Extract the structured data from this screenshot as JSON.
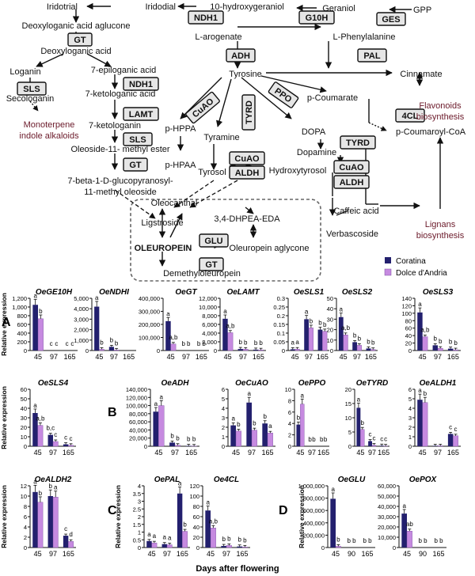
{
  "pathway": {
    "metabolites": [
      {
        "id": "iridotrial",
        "label": "Iridotrial"
      },
      {
        "id": "iridodial",
        "label": "Iridodial"
      },
      {
        "id": "hydroxygeraniol",
        "label": "10-hydroxygeraniol"
      },
      {
        "id": "geraniol",
        "label": "Geraniol"
      },
      {
        "id": "gpp",
        "label": "GPP"
      },
      {
        "id": "deoxyloganic-aglucone",
        "label": "Deoxyloganic acid aglucone"
      },
      {
        "id": "deoxyloganic-acid",
        "label": "Deoxyloganic acid"
      },
      {
        "id": "loganin",
        "label": "Loganin"
      },
      {
        "id": "epiloganic-acid",
        "label": "7-epiloganic acid"
      },
      {
        "id": "secologanin",
        "label": "Secologanin"
      },
      {
        "id": "ketologanic-acid",
        "label": "7-ketologanic acid"
      },
      {
        "id": "ketologanin",
        "label": "7-ketologanin"
      },
      {
        "id": "oleoside-ester",
        "label": "Oleoside-11- methyl ester"
      },
      {
        "id": "beta-glucopyranosyl-1",
        "label": "7-beta-1-D-glucopyranosyl-"
      },
      {
        "id": "beta-glucopyranosyl-2",
        "label": "11-methyl oleoside"
      },
      {
        "id": "l-arogenate",
        "label": "L-arogenate"
      },
      {
        "id": "l-phenylalanine",
        "label": "L-Phenylalanine"
      },
      {
        "id": "tyrosine",
        "label": "Tyrosine"
      },
      {
        "id": "cinnamate",
        "label": "Cinnamate"
      },
      {
        "id": "p-coumarate",
        "label": "p-Coumarate"
      },
      {
        "id": "p-coumaroyl-coa",
        "label": "p-Coumaroyl-CoA"
      },
      {
        "id": "p-hppa",
        "label": "p-HPPA"
      },
      {
        "id": "p-hpaa",
        "label": "p-HPAA"
      },
      {
        "id": "tyramine",
        "label": "Tyramine"
      },
      {
        "id": "dopa",
        "label": "DOPA"
      },
      {
        "id": "dopamine",
        "label": "Dopamine"
      },
      {
        "id": "tyrosol",
        "label": "Tyrosol"
      },
      {
        "id": "hydroxytyrosol",
        "label": "Hydroxytyrosol"
      },
      {
        "id": "oleocanthal",
        "label": "Oleocanthal"
      },
      {
        "id": "ligstroside",
        "label": "Ligstroside"
      },
      {
        "id": "dhpea-eda",
        "label": "3,4-DHPEA-EDA"
      },
      {
        "id": "caffeic-acid",
        "label": "Caffeic acid"
      },
      {
        "id": "oleuropein",
        "label": "OLEUROPEIN"
      },
      {
        "id": "oleuropein-aglycone",
        "label": "Oleuropein aglycone"
      },
      {
        "id": "verbascoside",
        "label": "Verbascoside"
      },
      {
        "id": "demethyloleuropein",
        "label": "Demethyloleuropein"
      }
    ],
    "side_products": [
      {
        "id": "monoterpene-1",
        "label": "Monoterpene"
      },
      {
        "id": "monoterpene-2",
        "label": "indole alkaloids"
      },
      {
        "id": "flavonoids-1",
        "label": "Flavonoids"
      },
      {
        "id": "flavonoids-2",
        "label": "biosynthesis"
      },
      {
        "id": "lignans-1",
        "label": "Lignans"
      },
      {
        "id": "lignans-2",
        "label": "biosynthesis"
      }
    ],
    "enzymes": [
      {
        "id": "ndh1-top",
        "label": "NDH1"
      },
      {
        "id": "g10h",
        "label": "G10H"
      },
      {
        "id": "ges",
        "label": "GES"
      },
      {
        "id": "gt-top",
        "label": "GT"
      },
      {
        "id": "sls-left",
        "label": "SLS"
      },
      {
        "id": "ndh1-mid",
        "label": "NDH1"
      },
      {
        "id": "lamt",
        "label": "LAMT"
      },
      {
        "id": "sls-mid",
        "label": "SLS"
      },
      {
        "id": "gt-mid",
        "label": "GT"
      },
      {
        "id": "adh",
        "label": "ADH"
      },
      {
        "id": "pal",
        "label": "PAL"
      },
      {
        "id": "cuao-tilt",
        "label": "CuAO"
      },
      {
        "id": "tyrd-vert",
        "label": "TYRD"
      },
      {
        "id": "ppo",
        "label": "PPO"
      },
      {
        "id": "4cl",
        "label": "4CL"
      },
      {
        "id": "tyrd-right",
        "label": "TYRD"
      },
      {
        "id": "cuao-mid",
        "label": "CuAO"
      },
      {
        "id": "aldh-mid",
        "label": "ALDH"
      },
      {
        "id": "cuao-right",
        "label": "CuAO"
      },
      {
        "id": "aldh-right",
        "label": "ALDH"
      },
      {
        "id": "glu",
        "label": "GLU"
      },
      {
        "id": "gt-bottom",
        "label": "GT"
      }
    ]
  },
  "legend": {
    "items": [
      {
        "label": "Coratina",
        "color": "#23206e"
      },
      {
        "label": "Dolce d'Andria",
        "color": "#c68ae0"
      }
    ]
  },
  "panel_labels": {
    "a": "A",
    "b": "B",
    "c": "C",
    "d": "D"
  },
  "y_axis_title": "Relative expression",
  "x_axis_title": "Days after flowering",
  "chart_data": [
    {
      "type": "bar",
      "title": "OeGE10H",
      "categories": [
        "45",
        "97",
        "165"
      ],
      "ylabel": "Relative expression",
      "ylim": [
        0,
        1200
      ],
      "yticks": [
        "0",
        "200",
        "400",
        "600",
        "800",
        "1,000",
        "1,200"
      ],
      "series": [
        {
          "name": "Coratina",
          "values": [
            1050,
            0,
            0
          ]
        },
        {
          "name": "Dolce d'Andria",
          "values": [
            730,
            0,
            0
          ]
        }
      ],
      "labels": [
        [
          "a",
          "b"
        ],
        [
          "c",
          "c"
        ],
        [
          "c",
          "c"
        ]
      ]
    },
    {
      "type": "bar",
      "title": "OeNDHI",
      "categories": [
        "45",
        "97",
        "165"
      ],
      "ylim": [
        0,
        5000
      ],
      "yticks": [
        "0",
        "1,000",
        "2,000",
        "3,000",
        "4,000",
        "5,000"
      ],
      "series": [
        {
          "name": "Coratina",
          "values": [
            4200,
            350,
            0
          ]
        },
        {
          "name": "Dolce d'Andria",
          "values": [
            120,
            50,
            0
          ]
        }
      ],
      "labels": [
        [
          "a",
          "b"
        ],
        [
          "b",
          "b"
        ],
        [
          "",
          ""
        ]
      ]
    },
    {
      "type": "bar",
      "title": "OeGT",
      "categories": [
        "45",
        "97",
        "165"
      ],
      "ylim": [
        0,
        400000
      ],
      "yticks": [
        "0",
        "100,000",
        "200,000",
        "300,000",
        "400,000"
      ],
      "series": [
        {
          "name": "Coratina",
          "values": [
            225000,
            0,
            0
          ]
        },
        {
          "name": "Dolce d'Andria",
          "values": [
            50000,
            0,
            0
          ]
        }
      ],
      "labels": [
        [
          "a",
          "a,b"
        ],
        [
          "b",
          "b"
        ],
        [
          "b",
          "b"
        ]
      ]
    },
    {
      "type": "bar",
      "title": "OeLAMT",
      "categories": [
        "45",
        "97",
        "165"
      ],
      "ylim": [
        0,
        12000
      ],
      "yticks": [
        "0",
        "2,000",
        "4,000",
        "6,000",
        "8,000",
        "10,000",
        "12,000"
      ],
      "series": [
        {
          "name": "Coratina",
          "values": [
            7300,
            350,
            200
          ]
        },
        {
          "name": "Dolce d'Andria",
          "values": [
            4100,
            300,
            150
          ]
        }
      ],
      "labels": [
        [
          "a",
          "a,b"
        ],
        [
          "b",
          "b"
        ],
        [
          "b",
          "b"
        ]
      ]
    },
    {
      "type": "bar",
      "title": "OeSLS1",
      "categories": [
        "45",
        "97",
        "165"
      ],
      "ylim": [
        0,
        0.3
      ],
      "yticks": [
        "0",
        "0.05",
        "0.1",
        "0.15",
        "0.2",
        "0.25",
        "0.3"
      ],
      "series": [
        {
          "name": "Coratina",
          "values": [
            0.007,
            0.18,
            0.12
          ]
        },
        {
          "name": "Dolce d'Andria",
          "values": [
            0.008,
            0.13,
            0.11
          ]
        }
      ],
      "labels": [
        [
          "a",
          "a"
        ],
        [
          "a",
          "b"
        ],
        [
          "b",
          "b"
        ]
      ]
    },
    {
      "type": "bar",
      "title": "OeSLS2",
      "categories": [
        "45",
        "97",
        "165"
      ],
      "ylim": [
        0,
        50
      ],
      "yticks": [
        "0",
        "10",
        "20",
        "30",
        "40",
        "50"
      ],
      "series": [
        {
          "name": "Coratina",
          "values": [
            32,
            8,
            2
          ]
        },
        {
          "name": "Dolce d'Andria",
          "values": [
            15,
            5,
            1
          ]
        }
      ],
      "labels": [
        [
          "a",
          "a,b"
        ],
        [
          "b",
          "b"
        ],
        [
          "b",
          "b"
        ]
      ]
    },
    {
      "type": "bar",
      "title": "OeSLS3",
      "categories": [
        "45",
        "97",
        "165"
      ],
      "ylim": [
        0,
        140
      ],
      "yticks": [
        "0",
        "20",
        "40",
        "60",
        "80",
        "100",
        "120",
        "140"
      ],
      "series": [
        {
          "name": "Coratina",
          "values": [
            102,
            14,
            5
          ]
        },
        {
          "name": "Dolce d'Andria",
          "values": [
            37,
            6,
            2
          ]
        }
      ],
      "labels": [
        [
          "a",
          "a,b"
        ],
        [
          "b",
          "b"
        ],
        [
          "b",
          "b"
        ]
      ]
    },
    {
      "type": "bar",
      "title": "OeSLS4",
      "categories": [
        "45",
        "97",
        "165"
      ],
      "ylim": [
        0,
        60
      ],
      "yticks": [
        "0",
        "10",
        "20",
        "30",
        "40",
        "50",
        "60"
      ],
      "series": [
        {
          "name": "Coratina",
          "values": [
            35,
            12,
            2
          ]
        },
        {
          "name": "Dolce d'Andria",
          "values": [
            22,
            5,
            1
          ]
        }
      ],
      "labels": [
        [
          "a",
          "a,b"
        ],
        [
          "b,c",
          "c"
        ],
        [
          "c",
          "c"
        ]
      ]
    },
    {
      "type": "bar",
      "title": "OeADH",
      "categories": [
        "45",
        "97",
        "165"
      ],
      "ylim": [
        0,
        140000
      ],
      "yticks": [
        "0",
        "20,000",
        "40,000",
        "60,000",
        "80,000",
        "100,000",
        "120,000",
        "140,000"
      ],
      "series": [
        {
          "name": "Coratina",
          "values": [
            85000,
            9000,
            1000
          ]
        },
        {
          "name": "Dolce d'Andria",
          "values": [
            100000,
            2500,
            500
          ]
        }
      ],
      "labels": [
        [
          "a",
          "a"
        ],
        [
          "b",
          "b"
        ],
        [
          "b",
          "b"
        ]
      ]
    },
    {
      "type": "bar",
      "title": "OeCuAO",
      "categories": [
        "45",
        "97",
        "165"
      ],
      "ylim": [
        0,
        6
      ],
      "yticks": [
        "0",
        "1",
        "2",
        "3",
        "4",
        "5",
        "6"
      ],
      "series": [
        {
          "name": "Coratina",
          "values": [
            2.2,
            4.6,
            2.4
          ]
        },
        {
          "name": "Dolce d'Andria",
          "values": [
            1.6,
            1.7,
            1.4
          ]
        }
      ],
      "labels": [
        [
          "a",
          "b"
        ],
        [
          "a",
          "b"
        ],
        [
          "b",
          "a"
        ]
      ]
    },
    {
      "type": "bar",
      "title": "OePPO",
      "categories": [
        "45",
        "97",
        "165"
      ],
      "ylim": [
        0,
        10
      ],
      "yticks": [
        "0",
        "2",
        "4",
        "6",
        "8",
        "10"
      ],
      "series": [
        {
          "name": "Coratina",
          "values": [
            3.8,
            0,
            0
          ]
        },
        {
          "name": "Dolce d'Andria",
          "values": [
            7.4,
            0,
            0
          ]
        }
      ],
      "labels": [
        [
          "b",
          "a"
        ],
        [
          "b",
          "b"
        ],
        [
          "b",
          "b"
        ]
      ]
    },
    {
      "type": "bar",
      "title": "OeTYRD",
      "categories": [
        "45",
        "97",
        "165"
      ],
      "ylim": [
        0,
        20
      ],
      "yticks": [
        "0",
        "5",
        "10",
        "15",
        "20"
      ],
      "series": [
        {
          "name": "Coratina",
          "values": [
            13.5,
            1.8,
            0.2
          ]
        },
        {
          "name": "Dolce d'Andria",
          "values": [
            5.9,
            0.4,
            0.1
          ]
        }
      ],
      "labels": [
        [
          "a",
          "b"
        ],
        [
          "c",
          "c"
        ],
        [
          "c",
          "c"
        ]
      ]
    },
    {
      "type": "bar",
      "title": "OeALDH1",
      "categories": [
        "45",
        "97",
        "165"
      ],
      "ylim": [
        0,
        6
      ],
      "yticks": [
        "0",
        "1",
        "2",
        "3",
        "4",
        "5",
        "6"
      ],
      "series": [
        {
          "name": "Coratina",
          "values": [
            4.9,
            0.05,
            1.3
          ]
        },
        {
          "name": "Dolce d'Andria",
          "values": [
            4.6,
            0.05,
            1.1
          ]
        }
      ],
      "labels": [
        [
          "a",
          "b"
        ],
        [
          "",
          ""
        ],
        [
          "c",
          "c"
        ]
      ]
    },
    {
      "type": "bar",
      "title": "OeALDH2",
      "categories": [
        "45",
        "97",
        "165"
      ],
      "ylim": [
        0,
        12
      ],
      "yticks": [
        "0",
        "2",
        "4",
        "6",
        "8",
        "10",
        "12"
      ],
      "series": [
        {
          "name": "Coratina",
          "values": [
            10.8,
            10,
            2.3
          ]
        },
        {
          "name": "Dolce d'Andria",
          "values": [
            8.8,
            9.8,
            1.2
          ]
        }
      ],
      "labels": [
        [
          "a",
          "b"
        ],
        [
          "b",
          "a"
        ],
        [
          "c",
          "d"
        ]
      ]
    },
    {
      "type": "bar",
      "title": "OePAL",
      "categories": [
        "45",
        "97",
        "165"
      ],
      "ylim": [
        0,
        4
      ],
      "yticks": [
        "0",
        "0.5",
        "1",
        "1.5",
        "2",
        "2.5",
        "3",
        "3.5",
        "4"
      ],
      "series": [
        {
          "name": "Coratina",
          "values": [
            0.42,
            0.22,
            3.5
          ]
        },
        {
          "name": "Dolce d'Andria",
          "values": [
            0.3,
            0.18,
            1.05
          ]
        }
      ],
      "labels": [
        [
          "a",
          "a"
        ],
        [
          "a",
          "a"
        ],
        [
          "a",
          "b"
        ]
      ]
    },
    {
      "type": "bar",
      "title": "Oe4CL",
      "categories": [
        "45",
        "97",
        "165"
      ],
      "ylim": [
        0,
        120
      ],
      "yticks": [
        "0",
        "20",
        "40",
        "60",
        "80",
        "100",
        "120"
      ],
      "series": [
        {
          "name": "Coratina",
          "values": [
            72,
            3,
            2
          ]
        },
        {
          "name": "Dolce d'Andria",
          "values": [
            38,
            4,
            1
          ]
        }
      ],
      "labels": [
        [
          "a",
          "a,b"
        ],
        [
          "b",
          "b"
        ],
        [
          "b",
          "b"
        ]
      ]
    },
    {
      "type": "bar",
      "title": "OeGLU",
      "categories": [
        "45",
        "90",
        "165"
      ],
      "ylim": [
        0,
        1000000
      ],
      "yticks": [
        "0",
        "200,000",
        "400,000",
        "600,000",
        "800,000",
        "1,000,000"
      ],
      "series": [
        {
          "name": "Coratina",
          "values": [
            790000,
            0,
            0
          ]
        },
        {
          "name": "Dolce d'Andria",
          "values": [
            20000,
            0,
            0
          ]
        }
      ],
      "labels": [
        [
          "a",
          "b"
        ],
        [
          "b",
          "b"
        ],
        [
          "b",
          "b"
        ]
      ]
    },
    {
      "type": "bar",
      "title": "OePOX",
      "categories": [
        "45",
        "90",
        "165"
      ],
      "ylim": [
        0,
        60000
      ],
      "yticks": [
        "0",
        "10,000",
        "20,000",
        "30,000",
        "40,000",
        "50,000",
        "60,000"
      ],
      "series": [
        {
          "name": "Coratina",
          "values": [
            33000,
            0,
            0
          ]
        },
        {
          "name": "Dolce d'Andria",
          "values": [
            16000,
            0,
            0
          ]
        }
      ],
      "labels": [
        [
          "a",
          "ab"
        ],
        [
          "b",
          "b"
        ],
        [
          "b",
          "b"
        ]
      ]
    }
  ]
}
